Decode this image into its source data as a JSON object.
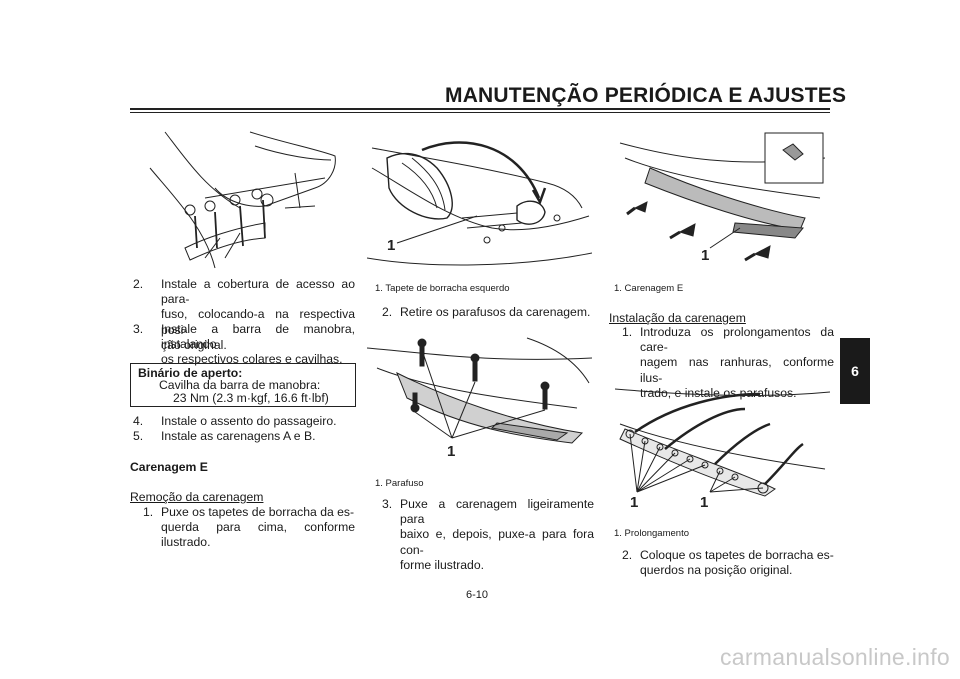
{
  "header": {
    "title": "MANUTENÇÃO PERIÓDICA E AJUSTES",
    "chapter_tab": "6"
  },
  "col1": {
    "steps_top": [
      {
        "num": "2.",
        "lines": [
          "Instale a cobertura de acesso ao para-",
          "fuso, colocando-a na respectiva posi-",
          "ção original."
        ]
      },
      {
        "num": "3.",
        "lines": [
          "Instale a barra de manobra, instalando",
          "os respectivos colares e cavilhas."
        ]
      }
    ],
    "torque_box": {
      "title": "Binário de aperto:",
      "item": "Cavilha da barra de manobra:",
      "value": "23 Nm (2.3 m·kgf, 16.6 ft·lbf)"
    },
    "steps_mid": [
      {
        "num": "4.",
        "text": "Instale o assento do passageiro."
      },
      {
        "num": "5.",
        "text": "Instale as carenagens A e B."
      }
    ],
    "section_title": "Carenagem E",
    "subheading": "Remoção da carenagem",
    "step1": {
      "num": "1.",
      "lines": [
        "Puxe os tapetes de borracha da es-",
        "querda para cima, conforme ilustrado."
      ]
    }
  },
  "col2": {
    "fig1_label": "1",
    "fig1_caption": "1.  Tapete de borracha esquerdo",
    "step2": {
      "num": "2.",
      "text": "Retire os parafusos da carenagem."
    },
    "fig2_label": "1",
    "fig2_caption": "1.  Parafuso",
    "step3": {
      "num": "3.",
      "lines": [
        "Puxe a carenagem ligeiramente para",
        "baixo e, depois, puxe-a para fora con-",
        "forme ilustrado."
      ]
    }
  },
  "col3": {
    "fig1_label": "1",
    "fig1_caption": "1.  Carenagem E",
    "subheading": "Instalação da carenagem",
    "step1": {
      "num": "1.",
      "lines": [
        "Introduza os prolongamentos da care-",
        "nagem nas ranhuras, conforme ilus-",
        "trado, e instale os parafusos."
      ]
    },
    "fig2_labels": [
      "1",
      "1"
    ],
    "fig2_caption": "1.  Prolongamento",
    "step2": {
      "num": "2.",
      "lines": [
        "Coloque os tapetes de borracha es-",
        "querdos na posição original."
      ]
    }
  },
  "page_number": "6-10",
  "watermark": "carmanualsonline.info"
}
